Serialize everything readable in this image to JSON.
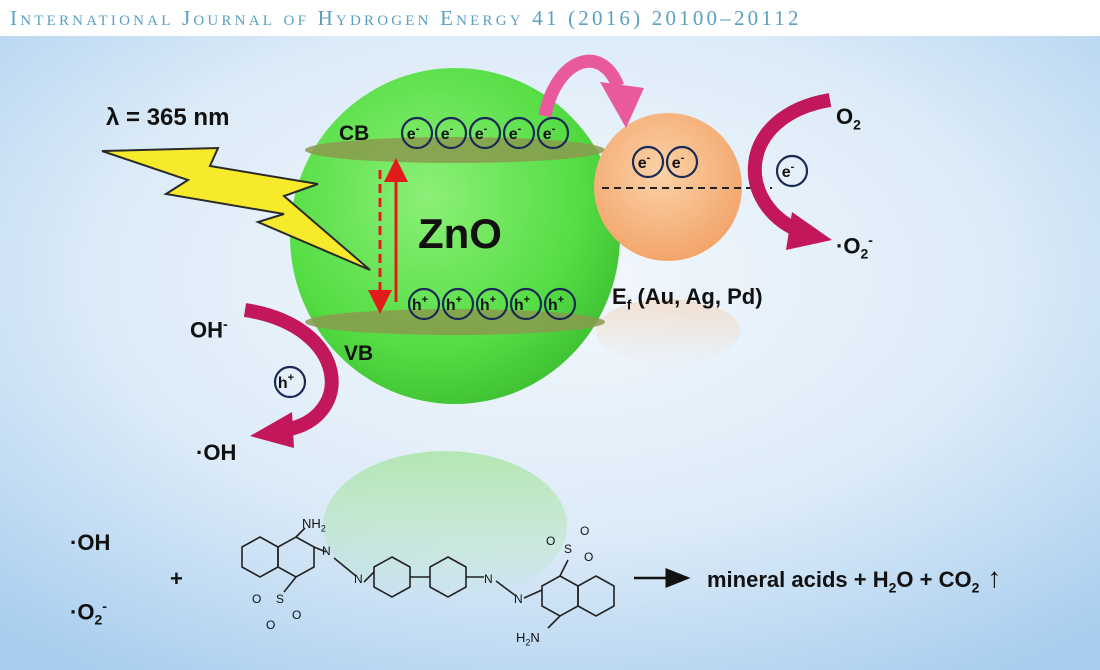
{
  "header": {
    "citation": "International Journal of Hydrogen Energy 41 (2016) 20100–20112"
  },
  "light": {
    "label": "λ = 365 nm"
  },
  "semiconductor": {
    "name": "ZnO",
    "cb_label": "CB",
    "vb_label": "VB",
    "electron": "e",
    "hole": "h",
    "electron_count": 5,
    "hole_count": 5
  },
  "metal": {
    "label_main": "E",
    "label_sub": "f",
    "label_rest": " (Au, Ag, Pd)",
    "electron": "e",
    "electron_count": 2
  },
  "reduction": {
    "reactant": "O",
    "reactant_sub": "2",
    "carrier": "e",
    "product": "·O",
    "product_sub": "2",
    "product_sup": "-"
  },
  "oxidation": {
    "reactant": "OH",
    "reactant_sup": "-",
    "carrier": "h",
    "carrier_sup": "+",
    "product": "·OH"
  },
  "degradation": {
    "radical_1": "·OH",
    "radical_2": "·O",
    "radical_2_sub": "2",
    "radical_2_sup": "-",
    "plus": "+",
    "arrow": "⟶",
    "products": "mineral acids + H",
    "products_sub": "2",
    "products_mid": "O + CO",
    "products_sub2": "2",
    "up_arrow": "↑",
    "molecule_labels": {
      "nh2_top": "NH",
      "nh2_top_sub": "2",
      "nh2_bottom": "H",
      "nh2_bottom_sub": "2",
      "nh2_bottom_rest": "N",
      "so3_top_o": "O",
      "so3_top_s": "S",
      "so3_bottom_o": "O",
      "so3_bottom_s": "S",
      "n": "N"
    }
  },
  "colors": {
    "background_center": "#f2f7fb",
    "background_edge": "#9ec7ec",
    "zno_fill": "#55dd44",
    "band_fill": "#8a9a4e",
    "metal_fill": "#f6b07a",
    "arrow_magenta": "#c2185b",
    "arrow_pink": "#e85a9c",
    "bolt_fill": "#f7ea2a",
    "transition_red": "#e31b1b",
    "header_text": "#5aa0c4"
  }
}
